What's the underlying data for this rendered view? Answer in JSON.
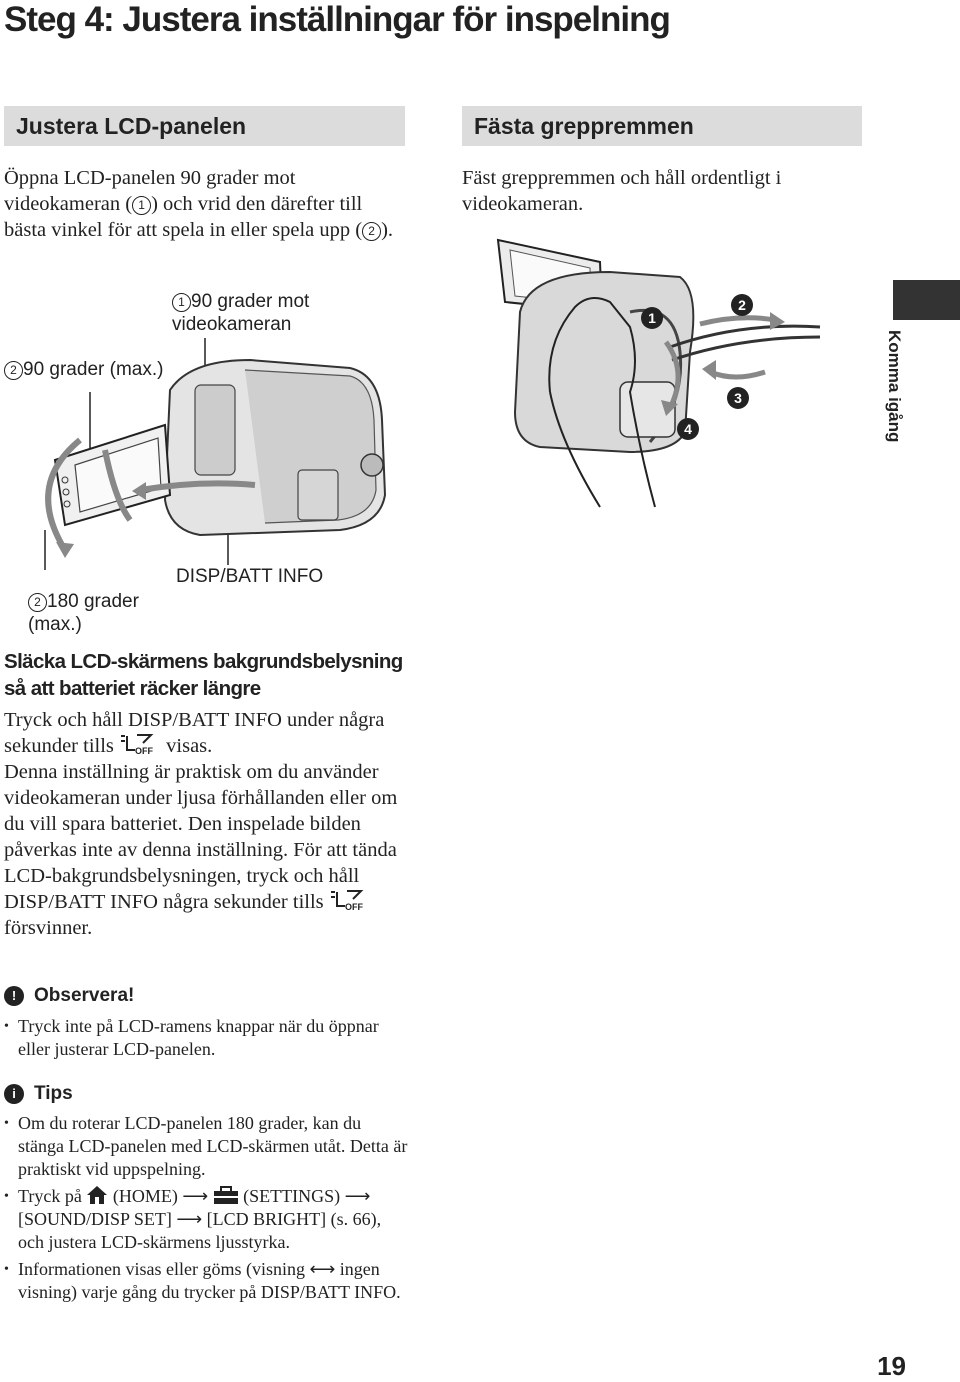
{
  "page_title": "Steg 4: Justera inställningar för inspelning",
  "lcd_section": {
    "heading": "Justera LCD-panelen",
    "intro_1": "Öppna LCD-panelen 90 grader mot videokameran (",
    "marker_1": "1",
    "intro_2": ") och vrid den därefter till bästa vinkel för att spela in eller spela upp (",
    "marker_2": "2",
    "intro_3": ")."
  },
  "lcd_figure": {
    "callout_90_mot": "90 grader mot videokameran",
    "callout_90_max": "90 grader (max.)",
    "callout_180": "180 grader (max.)",
    "callout_disp": "DISP/BATT INFO",
    "marker_1": "1",
    "marker_2": "2"
  },
  "grip_section": {
    "heading": "Fästa greppremmen",
    "text": "Fäst greppremmen och håll ordentligt i videokameran.",
    "markers": [
      "1",
      "2",
      "3",
      "4"
    ]
  },
  "backlight_section": {
    "heading": "Släcka LCD-skärmens bakgrundsbelysning så att batteriet räcker längre",
    "para_1a": "Tryck och håll DISP/BATT INFO under några sekunder tills",
    "para_1b": "visas.",
    "para_2a": "Denna inställning är praktisk om du använder videokameran under ljusa förhållanden eller om du vill spara batteriet. Den inspelade bilden påverkas inte av denna inställning. För att tända LCD-bakgrundsbelysningen, tryck och håll DISP/BATT INFO några sekunder tills",
    "para_2b": "försvinner.",
    "icon_text": "OFF"
  },
  "notes": {
    "observera_heading": "Observera!",
    "observera_items": [
      "Tryck inte på LCD-ramens knappar när du öppnar eller justerar LCD-panelen."
    ],
    "tips_heading": "Tips",
    "tips_item_1": "Om du roterar LCD-panelen 180 grader, kan du stänga LCD-panelen med LCD-skärmen utåt. Detta är praktiskt vid uppspelning.",
    "tips_item_2a": "Tryck på",
    "tips_item_2b": "(HOME)",
    "tips_item_2c": "(SETTINGS)",
    "tips_item_2d": "[SOUND/DISP SET]",
    "tips_item_2e": "[LCD BRIGHT] (s. 66), och justera LCD-skärmens ljusstyrka.",
    "tips_item_3a": "Informationen visas eller göms (visning",
    "tips_item_3b": "ingen visning) varje gång du trycker på DISP/BATT INFO."
  },
  "side_tab_label": "Komma igång",
  "page_number": "19"
}
